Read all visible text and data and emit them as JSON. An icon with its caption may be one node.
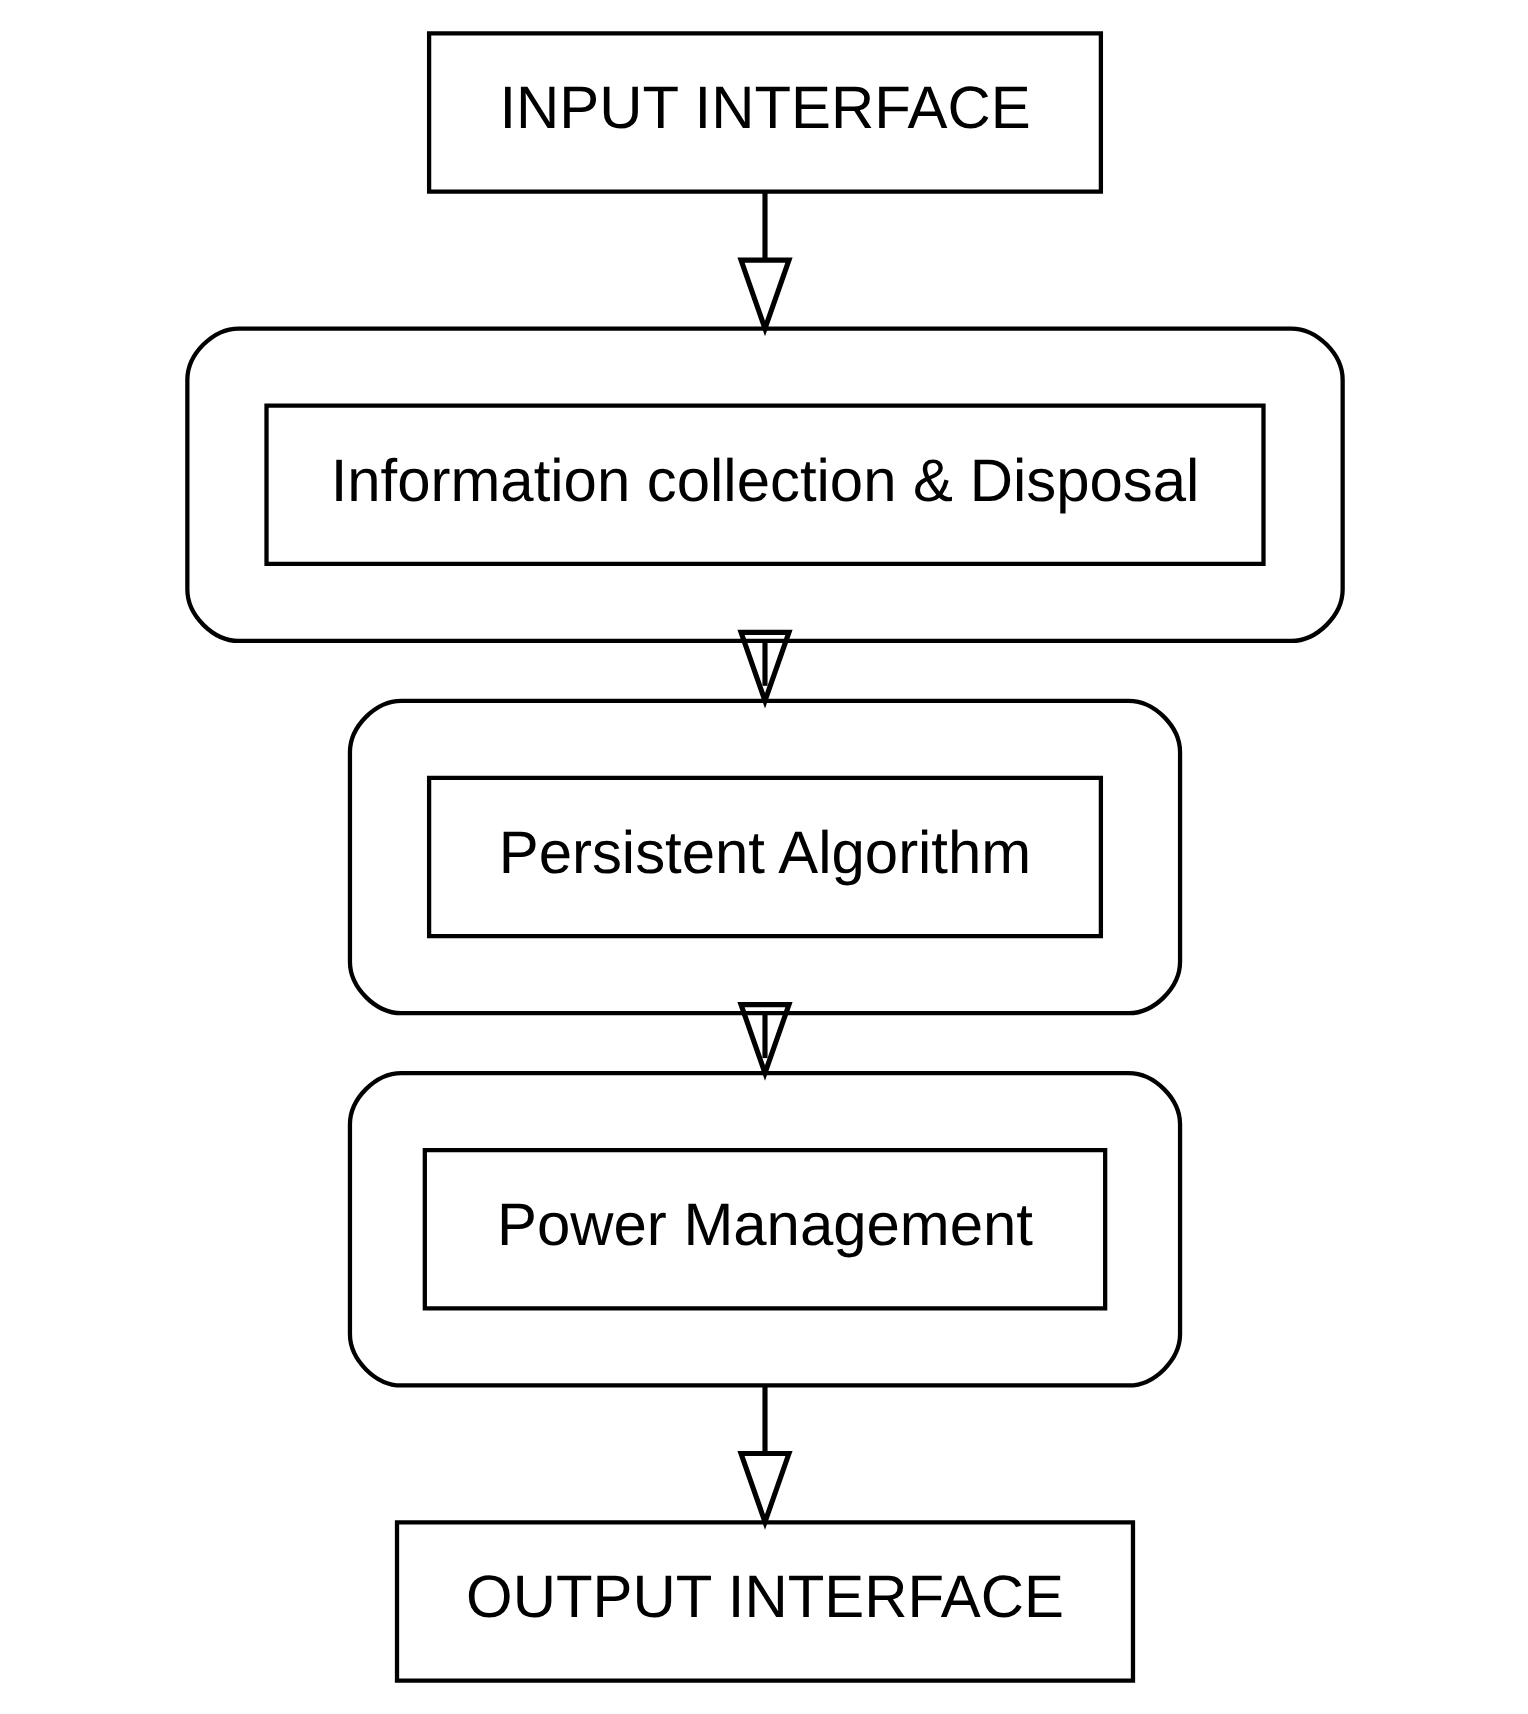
{
  "diagram": {
    "nodes": [
      {
        "text": [
          "INPUT INTERFACE"
        ]
      },
      {
        "text": [],
        "shape": "box"
      },
      {
        "text": [
          "Information collection & Disposal"
        ],
        "in": 1
      },
      {
        "text": [],
        "shape": "box"
      },
      {
        "text": [
          "Persistent Algorithm"
        ],
        "in": 3
      },
      {
        "text": [],
        "shape": "box"
      },
      {
        "text": [
          "Power Management"
        ],
        "in": 5
      },
      {
        "text": [
          "OUTPUT INTERFACE"
        ]
      }
    ],
    "edges": [
      {
        "from": 0,
        "to": 1,
        "arrow": "to"
      },
      {
        "from": 1,
        "to": 3,
        "arrow": "to"
      },
      {
        "from": 3,
        "to": 5,
        "arrow": "to"
      },
      {
        "from": 5,
        "to": 7,
        "arrow": "to"
      }
    ]
  }
}
